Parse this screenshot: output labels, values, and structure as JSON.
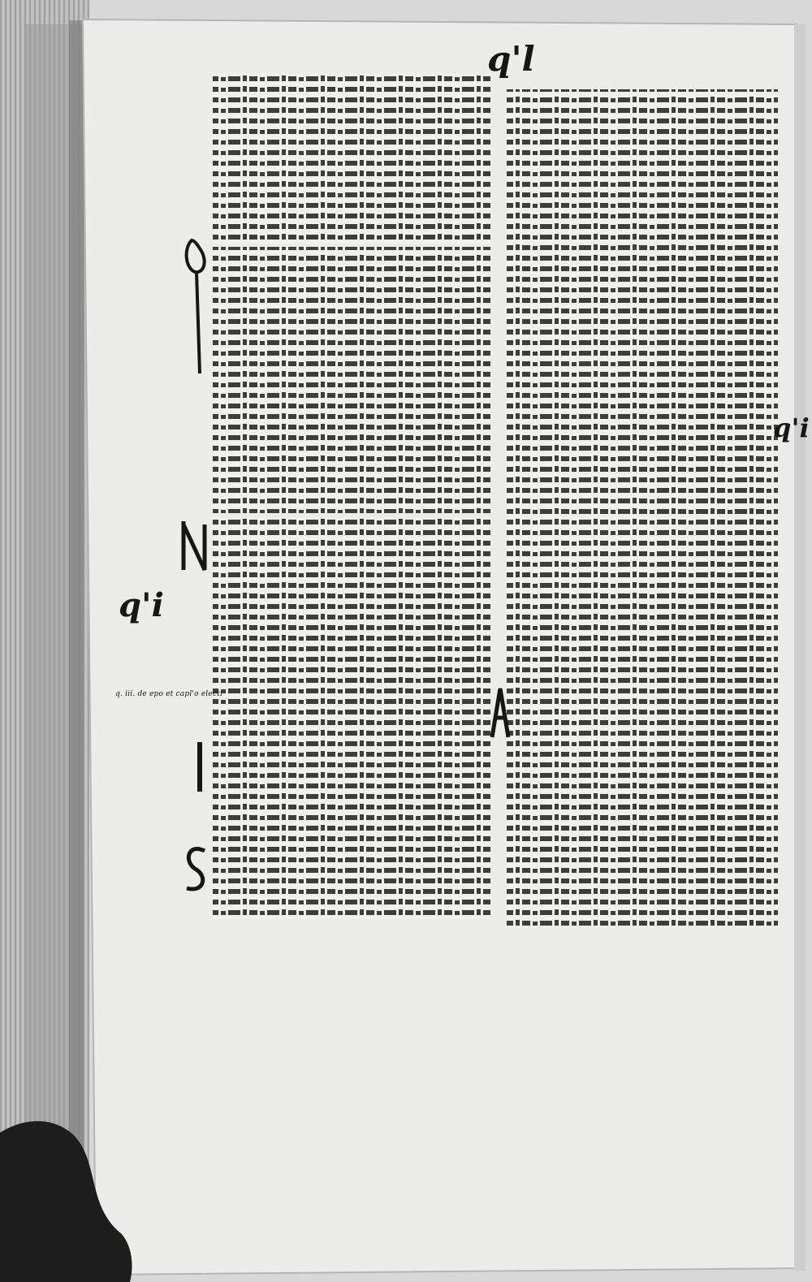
{
  "page": {
    "header_mark": "q'l",
    "margin_marks": {
      "left": "q'i",
      "right": "q'i"
    },
    "margin_note": "q. iii. de epo et capl'o electi"
  },
  "colors": {
    "background": "#d8d8d8",
    "parchment": "#ececea",
    "text_block": "#2a2a2a",
    "ink": "#161616",
    "shadow": "#4a4a4a",
    "thumb": "#1d1d1d"
  },
  "icons": {
    "initials": [
      "initial-q-icon",
      "initial-n-icon",
      "initial-s-icon",
      "initial-a-icon",
      "initial-i-icon"
    ],
    "hand": "thumb-icon"
  }
}
